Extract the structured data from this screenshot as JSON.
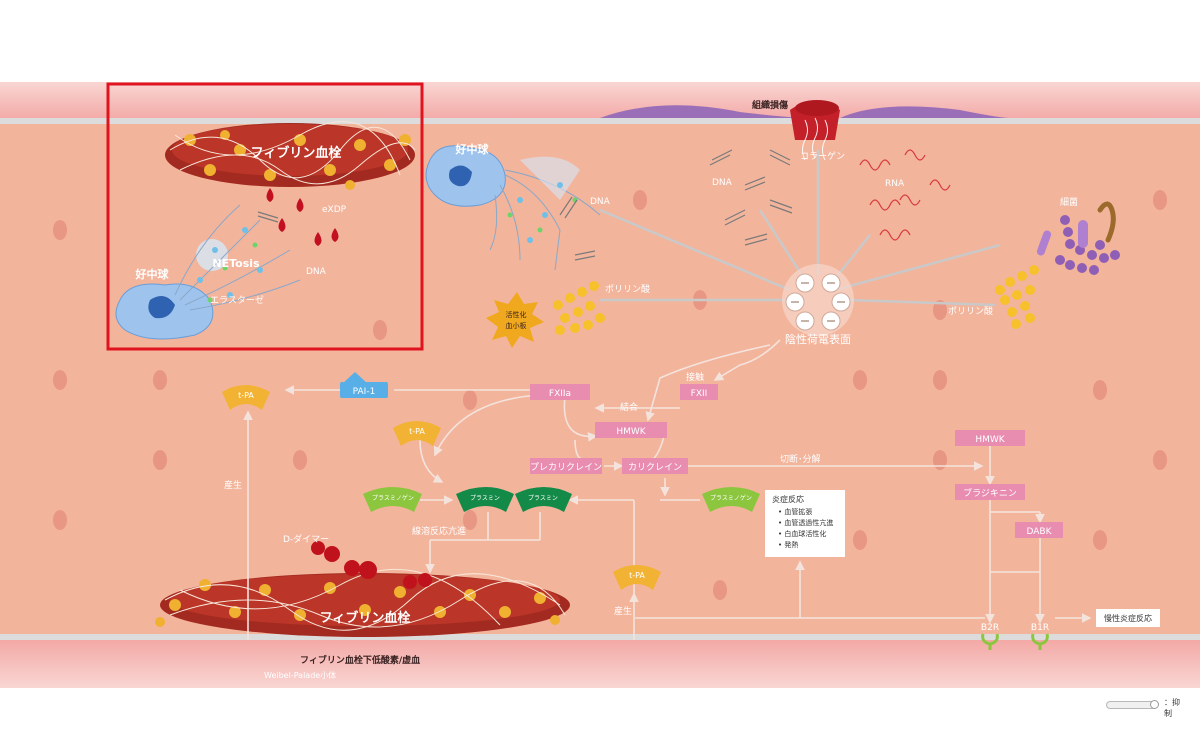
{
  "labels": {
    "tissue_damage": "組織損傷",
    "fibrin_clot_top": "フィブリン血栓",
    "fibrin_clot_bottom": "フィブリン血栓",
    "neutrophil_top": "好中球",
    "neutrophil_left": "好中球",
    "netosis": "NETosis",
    "exdp": "eXDP",
    "dna_net": "DNA",
    "elastase": "エラスターゼ",
    "dna_mid": "DNA",
    "dna_top": "DNA",
    "collagen": "コラーゲン",
    "rna": "RNA",
    "bacteria": "細菌",
    "polyphosphate_left": "ポリリン酸",
    "polyphosphate_right": "ポリリン酸",
    "activated_platelet_line1": "活性化",
    "activated_platelet_line2": "血小板",
    "negative_surface": "陰性荷電表面",
    "contact": "接触",
    "bind": "結合",
    "cleave": "切断･分解",
    "production_left": "産生",
    "production_bottom": "産生",
    "d_dimer": "D-ダイマー",
    "fibrinolysis": "線溶反応亢進",
    "hypoxia": "フィブリン血栓下低酸素/虚血",
    "weibel": "Weibel-Palade小体",
    "chronic": "慢性炎症反応"
  },
  "nodes": {
    "pai1": "PAI-1",
    "fxiia": "FXIIa",
    "fxii": "FXII",
    "hmwk_center": "HMWK",
    "prekallikrein": "プレカリクレイン",
    "kallikrein": "カリクレイン",
    "hmwk_right": "HMWK",
    "bradykinin": "ブラジキニン",
    "dabk": "DABK",
    "b2r": "B2R",
    "b1r": "B1R",
    "tpa_1": "t-PA",
    "tpa_2": "t-PA",
    "tpa_3": "t-PA",
    "plasminogen_1": "プラスミノゲン",
    "plasminogen_2": "プラスミノゲン",
    "plasmin_1": "プラスミン",
    "plasmin_2": "プラスミン"
  },
  "inflammation": {
    "title": "炎症反応",
    "items": [
      "血管拡張",
      "血管透過性亢進",
      "白血球活性化",
      "発熱"
    ]
  },
  "legend": {
    "label": "：抑制"
  },
  "colors": {
    "vessel_lumen": "#f3b49c",
    "vessel_wall": "#f7c7c3",
    "pink_node": "#e88db0",
    "blue_node": "#58aee6",
    "tpa_yellow": "#f2b233",
    "plasminogen_green": "#8cc63f",
    "plasmin_green": "#138a48",
    "highlight_red": "#e0141f"
  }
}
